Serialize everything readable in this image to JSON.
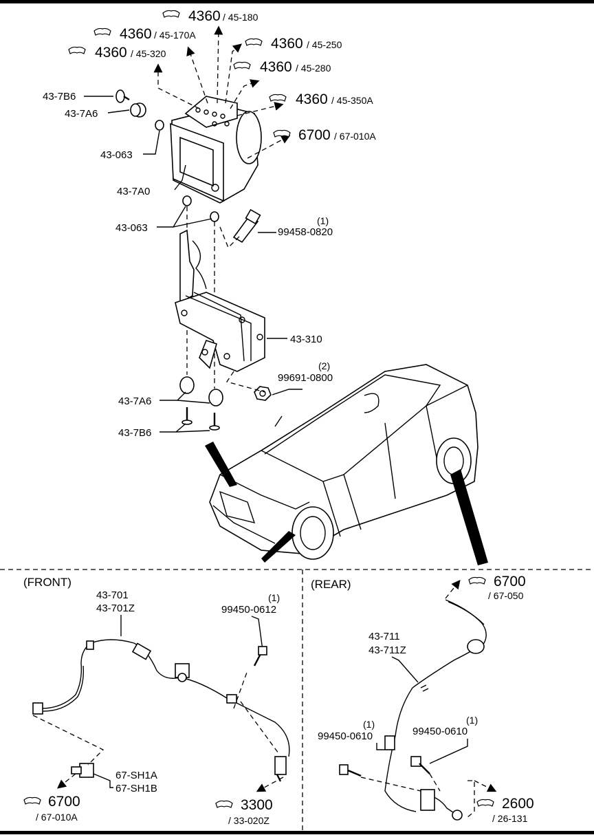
{
  "refs": [
    {
      "id": "r180",
      "num": "4360",
      "ref": "/ 45-180"
    },
    {
      "id": "r170",
      "num": "4360",
      "ref": "/ 45-170A"
    },
    {
      "id": "r320",
      "num": "4360",
      "ref": "/ 45-320"
    },
    {
      "id": "r250",
      "num": "4360",
      "ref": "/ 45-250"
    },
    {
      "id": "r280",
      "num": "4360",
      "ref": "/ 45-280"
    },
    {
      "id": "r350",
      "num": "4360",
      "ref": "/ 45-350A"
    },
    {
      "id": "r6700top",
      "num": "6700",
      "ref": "/ 67-010A"
    }
  ],
  "parts": {
    "p437b6_top": "43-7B6",
    "p437a6_top": "43-7A6",
    "p43063_top": "43-063",
    "p437a0": "43-7A0",
    "p43063_mid": "43-063",
    "p99458": "99458-0820",
    "p99458_qty": "(1)",
    "p43310": "43-310",
    "p99691": "99691-0800",
    "p99691_qty": "(2)",
    "p437a6_bot": "43-7A6",
    "p437b6_bot": "43-7B6"
  },
  "front": {
    "heading": "(FRONT)",
    "sensor_a": "43-701",
    "sensor_b": "43-701Z",
    "bolt": "99450-0612",
    "bolt_qty": "(1)",
    "conn_a": "67-SH1A",
    "conn_b": "67-SH1B",
    "ref1_num": "6700",
    "ref1_ref": "/ 67-010A",
    "ref2_num": "3300",
    "ref2_ref": "/ 33-020Z"
  },
  "rear": {
    "heading": "(REAR)",
    "sensor_a": "43-711",
    "sensor_b": "43-711Z",
    "bolt1": "99450-0610",
    "bolt1_qty": "(1)",
    "bolt2": "99450-0610",
    "bolt2_qty": "(1)",
    "ref_top_num": "6700",
    "ref_top_ref": "/ 67-050",
    "ref_bot_num": "2600",
    "ref_bot_ref": "/ 26-131"
  }
}
